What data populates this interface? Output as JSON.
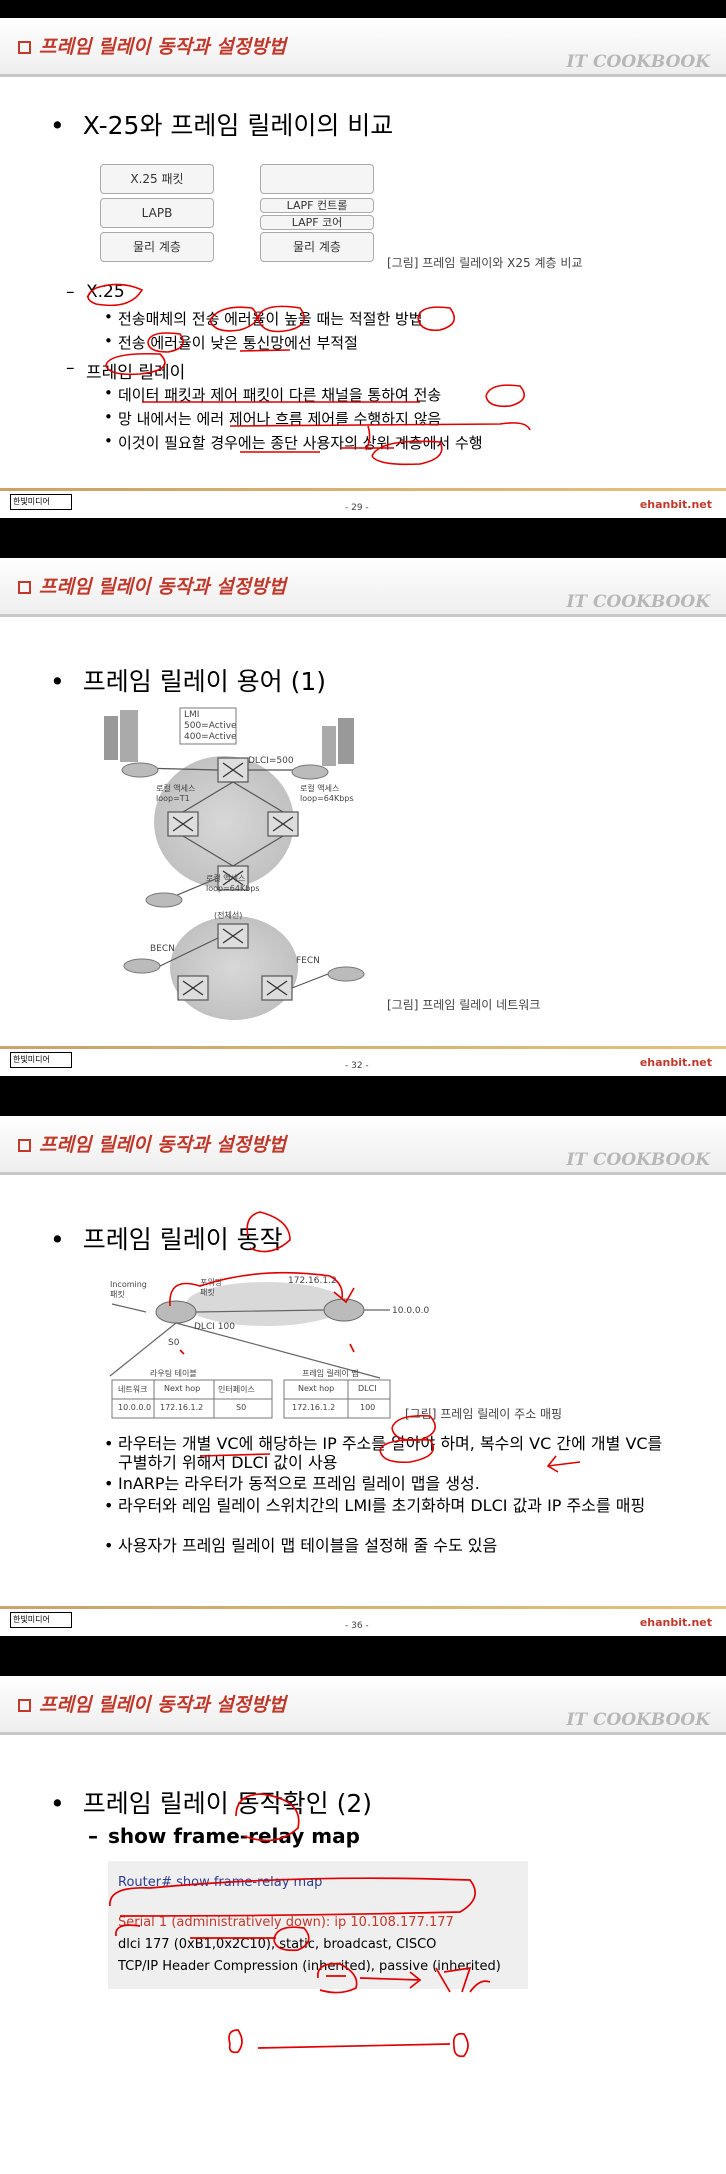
{
  "header": {
    "title": "프레임 릴레이 동작과 설정방법",
    "brand": "IT COOKBOOK"
  },
  "footer": {
    "logo_text": "한빛미디어",
    "site": "ehanbit.net"
  },
  "slide1": {
    "heading": "X-25와 프레임 릴레이의 비교",
    "stack_left": [
      "X.25 패킷",
      "LAPB",
      "물리 계층"
    ],
    "stack_right": [
      "LAPF 컨트롤",
      "LAPF 코어",
      "물리 계층"
    ],
    "caption": "[그림] 프레임 릴레이와 X25 계층 비교",
    "items": [
      {
        "label": "X.25",
        "subitems": [
          "전송매체의 전송 에러율이 높을 때는 적절한 방법",
          "전송 에러율이 낮은 통신망에선 부적절"
        ]
      },
      {
        "label": "프레임 릴레이",
        "subitems": [
          "데이터 패킷과 제어 패킷이 다른 채널을 통하여 전송",
          "망 내에서는 에러 제어나 흐름 제어를 수행하지 않음",
          "이것이 필요할 경우에는 종단 사용자의 상위 계층에서 수행"
        ]
      }
    ],
    "page": "- 29 -"
  },
  "slide2": {
    "heading": "프레임 릴레이 용어 (1)",
    "lmi": [
      "LMI",
      "500=Active",
      "400=Active"
    ],
    "dlci": "DLCI=500",
    "local_access_left": [
      "로컬 액세스",
      "loop=T1"
    ],
    "local_access_right": [
      "로컬 액세스",
      "loop=64Kbps"
    ],
    "local_access_bottom": [
      "로컬 액세스",
      "loop=64Kbps"
    ],
    "congestion": "(전체선)",
    "becn": "BECN",
    "fecn": "FECN",
    "caption": "[그림] 프레임 릴레이 네트워크",
    "page": "- 32 -"
  },
  "slide3": {
    "heading": "프레임 릴레이 동작",
    "incoming": [
      "Incoming",
      "패킷"
    ],
    "outgoing": [
      "포워딩",
      "패킷"
    ],
    "ip_top": "172.16.1.2",
    "net_right": "10.0.0.0",
    "dlci": "DLCI 100",
    "iface": "S0",
    "routing_table": {
      "title": "라우팅 테이블",
      "headers": [
        "네트워크",
        "Next hop",
        "인터페이스"
      ],
      "row": [
        "10.0.0.0",
        "172.16.1.2",
        "S0"
      ]
    },
    "fr_table": {
      "title": "프레임 릴레이 맵",
      "headers": [
        "Next hop",
        "DLCI"
      ],
      "row": [
        "172.16.1.2",
        "100"
      ]
    },
    "caption": "[그림] 프레임 릴레이 주소 매핑",
    "bullets": [
      "라우터는 개별 VC에 해당하는 IP 주소를 알아야 하며, 복수의 VC 간에 개별 VC를 구별하기 위해서 DLCI 값이 사용",
      "InARP는 라우터가 동적으로 프레임 릴레이 맵을 생성.",
      "라우터와 레임 릴레이 스위치간의 LMI를 초기화하며 DLCI 값과 IP 주소를 매핑",
      "사용자가 프레임 릴레이 맵 테이블을 설정해 줄 수도 있음"
    ],
    "page": "- 36 -"
  },
  "slide4": {
    "heading": "프레임 릴레이 동작확인 (2)",
    "subheading": "show frame-relay map",
    "code": [
      "Router# show frame-relay map",
      "Serial 1 (administratively down): ip 10.108.177.177",
      "dlci 177 (0xB1,0x2C10), static, broadcast, CISCO",
      "TCP/IP Header Compression (inherited), passive (inherited)"
    ]
  },
  "colors": {
    "title_red": "#c0392b",
    "ink_red": "#e00000",
    "code_blue": "#2c3e8f",
    "code_orange": "#c0392b"
  }
}
